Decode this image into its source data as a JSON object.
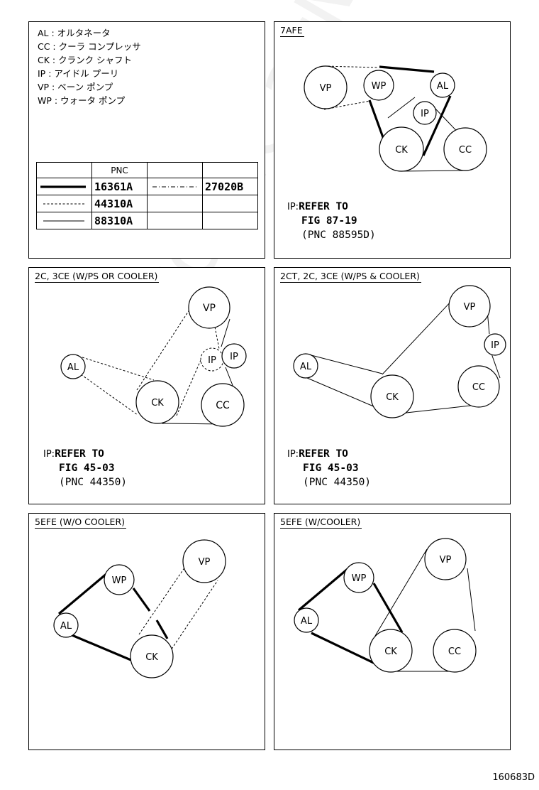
{
  "legend": {
    "items": [
      "AL : オルタネータ",
      "CC : クーラ コンプレッサ",
      "CK : クランク シャフト",
      "IP : アイドル プーリ",
      "VP : ベーン ポンプ",
      "WP : ウォータ ポンプ"
    ],
    "table_header": "PNC",
    "rows": [
      {
        "pnc1": "16361A",
        "pnc2": "27020B"
      },
      {
        "pnc1": "44310A",
        "pnc2": ""
      },
      {
        "pnc1": "88310A",
        "pnc2": ""
      }
    ]
  },
  "panels": [
    {
      "title": "7AFE",
      "ref": {
        "ip": "IP:",
        "line1": "REFER TO",
        "line2": "FIG 87-19",
        "line3": "(PNC 88595D)"
      }
    },
    {
      "title": "2C, 3CE (W/PS OR COOLER)",
      "ref": {
        "ip": "IP:",
        "line1": "REFER TO",
        "line2": "FIG 45-03",
        "line3": "(PNC 44350)"
      }
    },
    {
      "title": "2CT, 2C, 3CE (W/PS & COOLER)",
      "ref": {
        "ip": "IP:",
        "line1": "REFER TO",
        "line2": "FIG 45-03",
        "line3": "(PNC 44350)"
      }
    },
    {
      "title": "5EFE (W/O COOLER)"
    },
    {
      "title": "5EFE (W/COOLER)"
    }
  ],
  "pulleys": {
    "AL": "AL",
    "CC": "CC",
    "CK": "CK",
    "IP": "IP",
    "VP": "VP",
    "WP": "WP"
  },
  "watermark": "ToyotaCarMine.ru",
  "figure_number": "160683D"
}
